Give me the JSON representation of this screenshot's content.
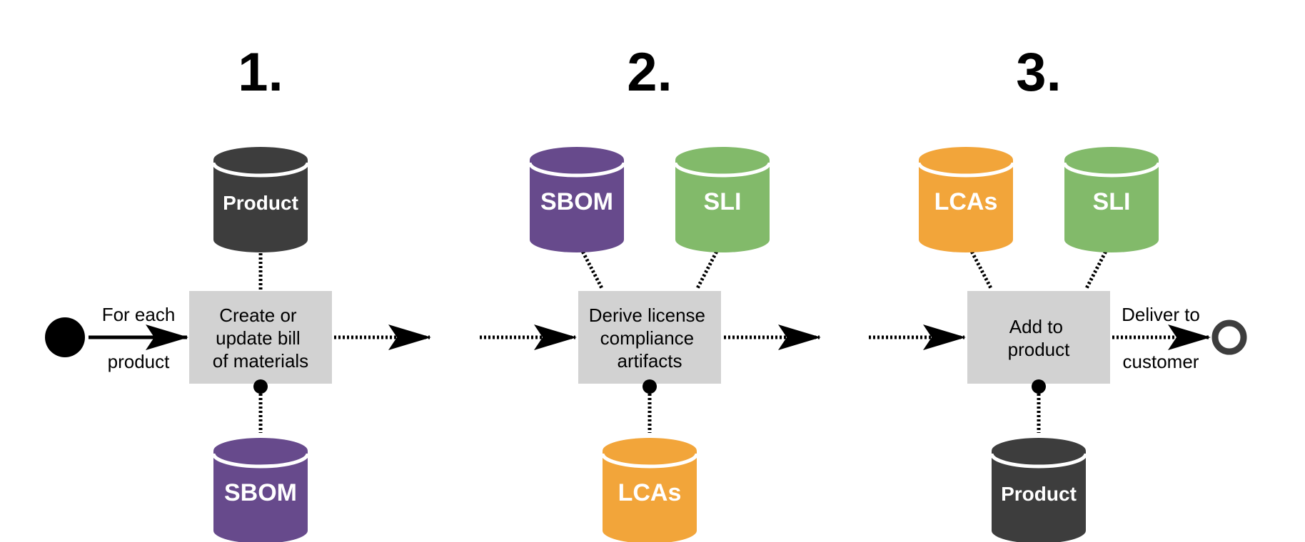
{
  "steps": [
    {
      "number": "1.",
      "process": {
        "lines": [
          "Create or",
          "update bill",
          "of materials"
        ]
      },
      "inputs": [
        {
          "label": "Product",
          "color": "#3d3d3d"
        }
      ],
      "outputs": [
        {
          "label": "SBOM",
          "color": "#674a8c"
        }
      ]
    },
    {
      "number": "2.",
      "process": {
        "lines": [
          "Derive license",
          "compliance",
          "artifacts"
        ]
      },
      "inputs": [
        {
          "label": "SBOM",
          "color": "#674a8c"
        },
        {
          "label": "SLI",
          "color": "#82ba6a"
        }
      ],
      "outputs": [
        {
          "label": "LCAs",
          "color": "#f2a53a"
        }
      ]
    },
    {
      "number": "3.",
      "process": {
        "lines": [
          "Add to",
          "product"
        ]
      },
      "inputs": [
        {
          "label": "LCAs",
          "color": "#f2a53a"
        },
        {
          "label": "SLI",
          "color": "#82ba6a"
        }
      ],
      "outputs": [
        {
          "label": "Product",
          "color": "#3d3d3d"
        }
      ]
    }
  ],
  "start": {
    "label_top": "For each",
    "label_bottom": "product"
  },
  "end": {
    "label_top": "Deliver to",
    "label_bottom": "customer"
  },
  "colors": {
    "process_box": "#d2d2d2",
    "connector": "#000000"
  }
}
